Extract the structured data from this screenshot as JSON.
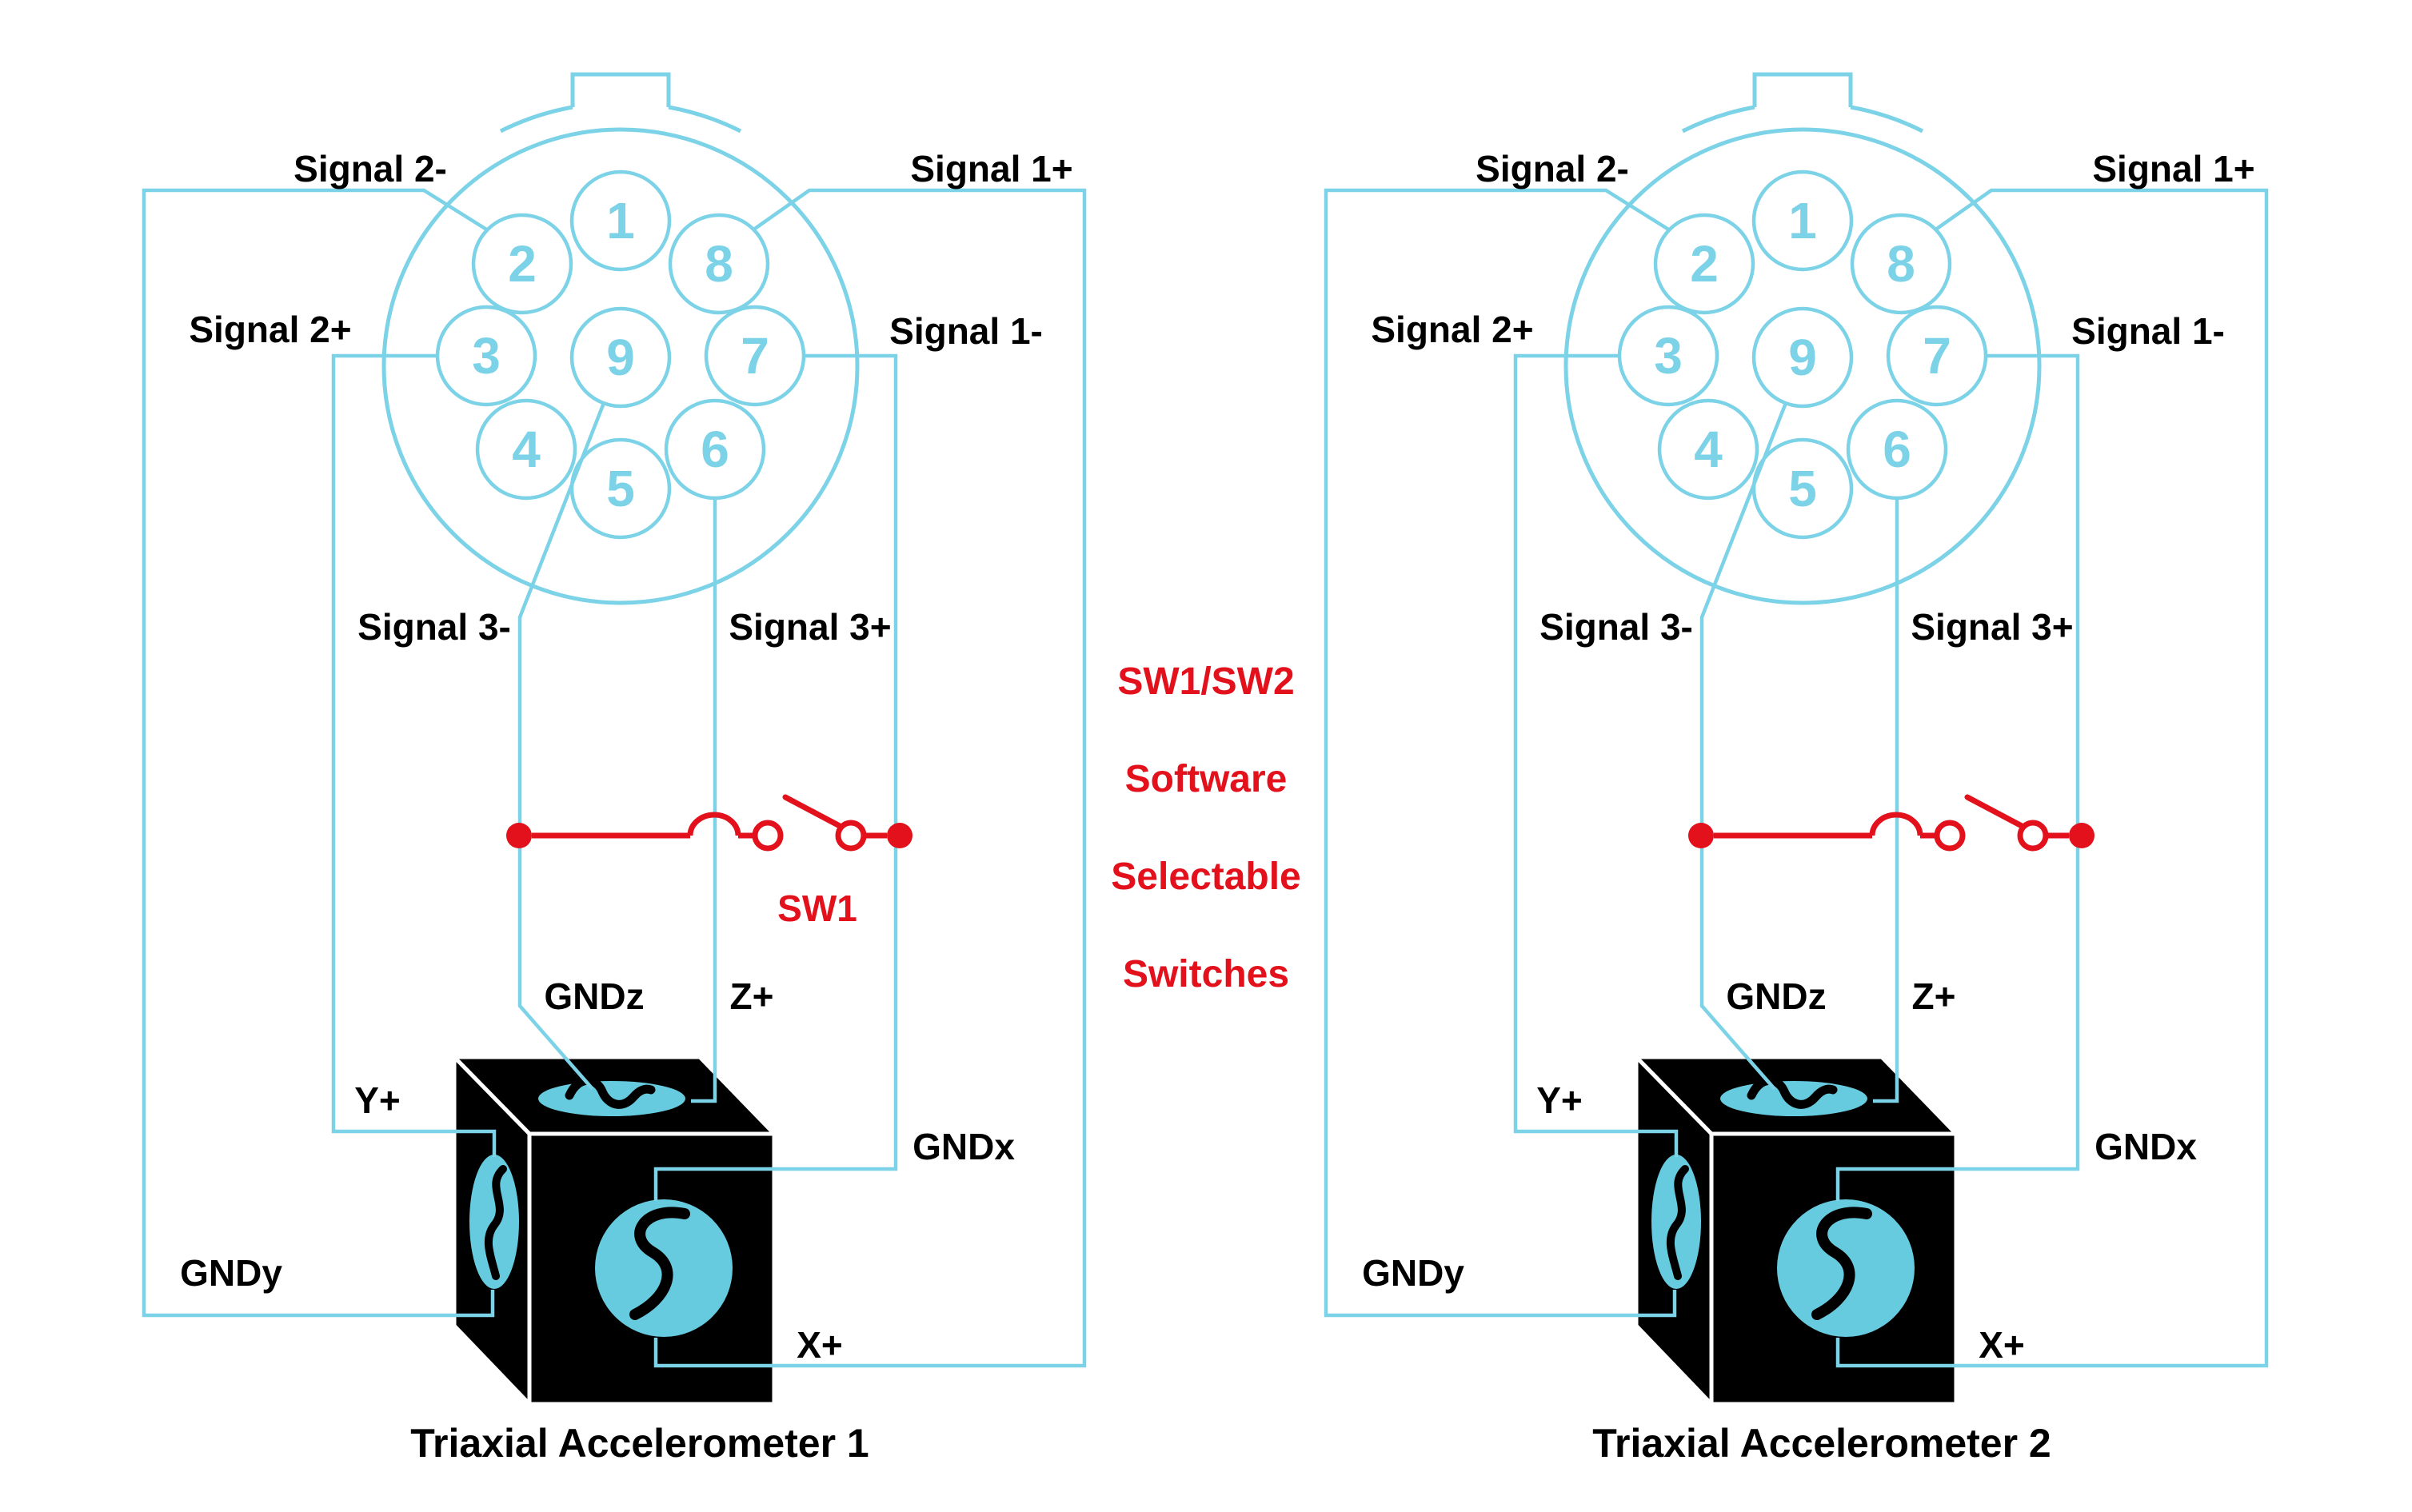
{
  "colors": {
    "wire_cyan": "#7CD2E6",
    "fill_cyan": "#66CBDF",
    "switch_red": "#E2111C",
    "label_black": "#000000",
    "background": "#FFFFFF"
  },
  "center_note": {
    "lines": [
      "SW1/SW2",
      "Software",
      "Selectable",
      "Switches"
    ]
  },
  "diagrams": [
    {
      "caption": "Triaxial Accelerometer 1",
      "switch_label": "SW1",
      "pin_numbers": [
        "1",
        "2",
        "3",
        "4",
        "5",
        "6",
        "7",
        "8",
        "9"
      ],
      "labels": {
        "signal2_minus": "Signal 2-",
        "signal1_plus": "Signal 1+",
        "signal2_plus": "Signal 2+",
        "signal1_minus": "Signal 1-",
        "signal3_minus": "Signal 3-",
        "signal3_plus": "Signal 3+",
        "gndz": "GNDz",
        "z_plus": "Z+",
        "y_plus": "Y+",
        "gndy": "GNDy",
        "gndx": "GNDx",
        "x_plus": "X+"
      }
    },
    {
      "caption": "Triaxial Accelerometer 2",
      "switch_label": "",
      "pin_numbers": [
        "1",
        "2",
        "3",
        "4",
        "5",
        "6",
        "7",
        "8",
        "9"
      ],
      "labels": {
        "signal2_minus": "Signal 2-",
        "signal1_plus": "Signal 1+",
        "signal2_plus": "Signal 2+",
        "signal1_minus": "Signal 1-",
        "signal3_minus": "Signal 3-",
        "signal3_plus": "Signal 3+",
        "gndz": "GNDz",
        "z_plus": "Z+",
        "y_plus": "Y+",
        "gndy": "GNDy",
        "gndx": "GNDx",
        "x_plus": "X+"
      }
    }
  ]
}
